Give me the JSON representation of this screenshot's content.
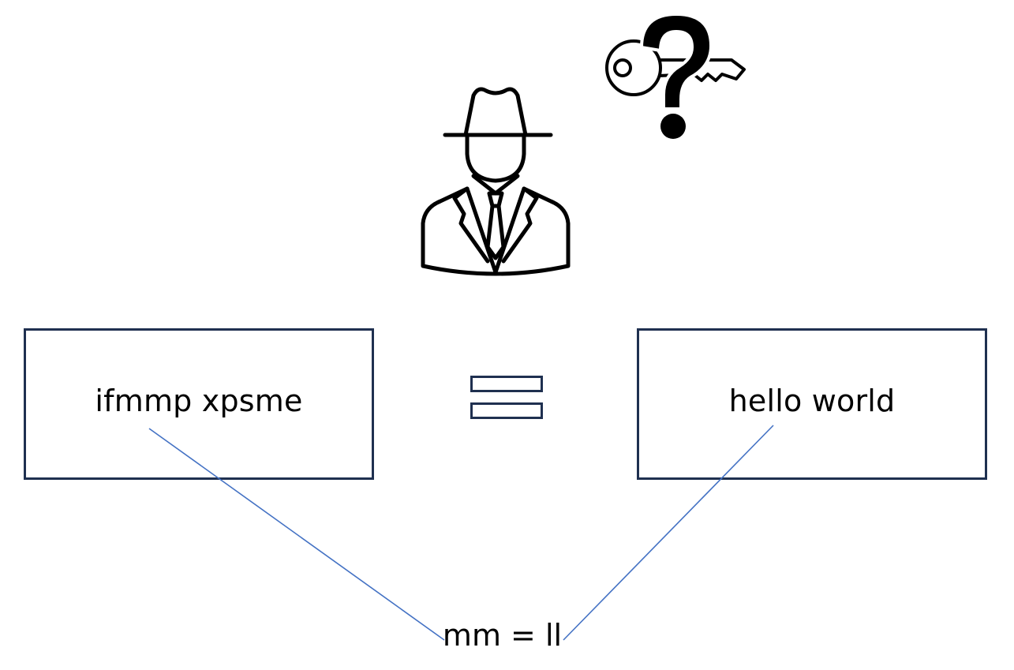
{
  "ciphertext": {
    "text": "ifmmp xpsme"
  },
  "plaintext": {
    "text": "hello world"
  },
  "letter_mapping": {
    "text": "mm = ll"
  },
  "icons": {
    "attacker": "spy-icon",
    "unknown_key": "key-question-icon",
    "equivalence": "equals-sign-icon"
  },
  "colors": {
    "box_border": "#1f3050",
    "connector_line": "#4472c4",
    "text": "#000000"
  }
}
